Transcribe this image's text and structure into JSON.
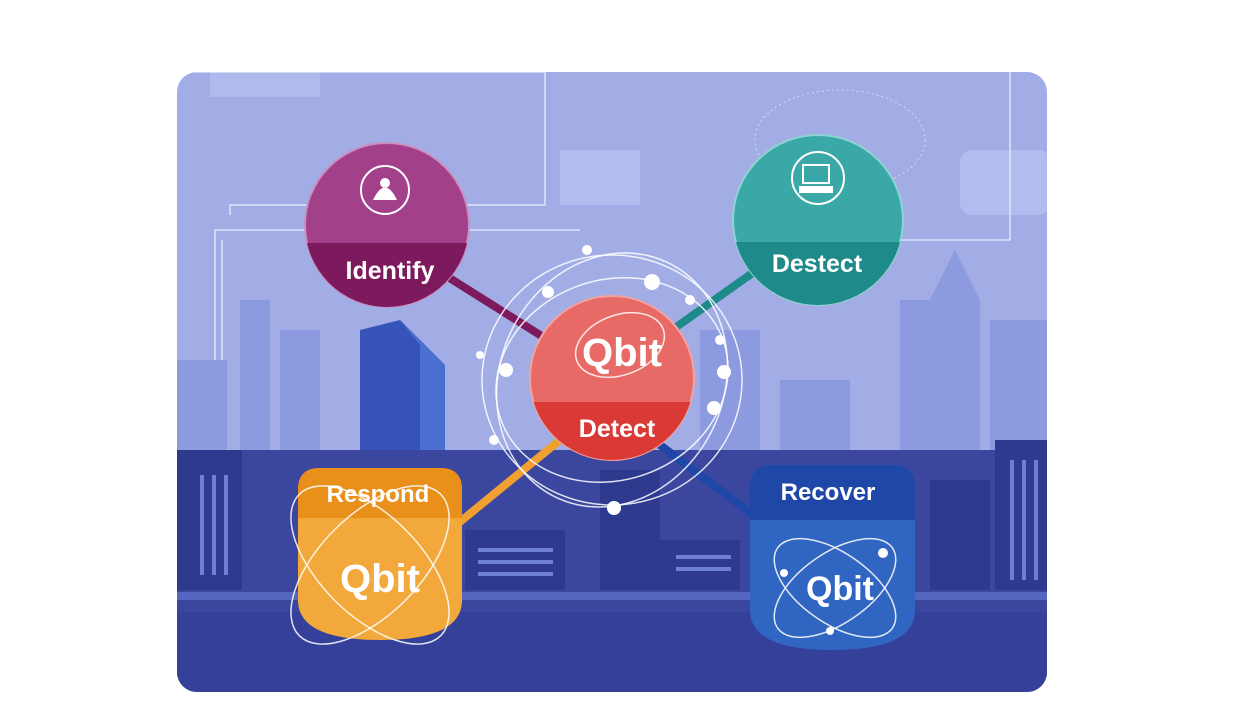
{
  "colors": {
    "sky": "#a2ade6",
    "city_dark": "#3b479f",
    "identify": "#a3408a",
    "identify_band": "#7d1a5e",
    "destect": "#3aa8a6",
    "destect_band": "#1f8a8a",
    "detect": "#e86a66",
    "detect_band": "#d93a35",
    "respond": "#f2a83a",
    "respond_band": "#e8901a",
    "recover": "#3065c2",
    "recover_band": "#1f47a8"
  },
  "nodes": {
    "identify": {
      "label": "Identify",
      "icon": "person-icon"
    },
    "destect": {
      "label": "Destect",
      "icon": "computer-icon"
    },
    "center": {
      "logo": "Qbit",
      "label": "Detect"
    },
    "respond": {
      "label": "Respond",
      "logo": "Qbit"
    },
    "recover": {
      "label": "Recover",
      "logo": "Qbit"
    }
  }
}
